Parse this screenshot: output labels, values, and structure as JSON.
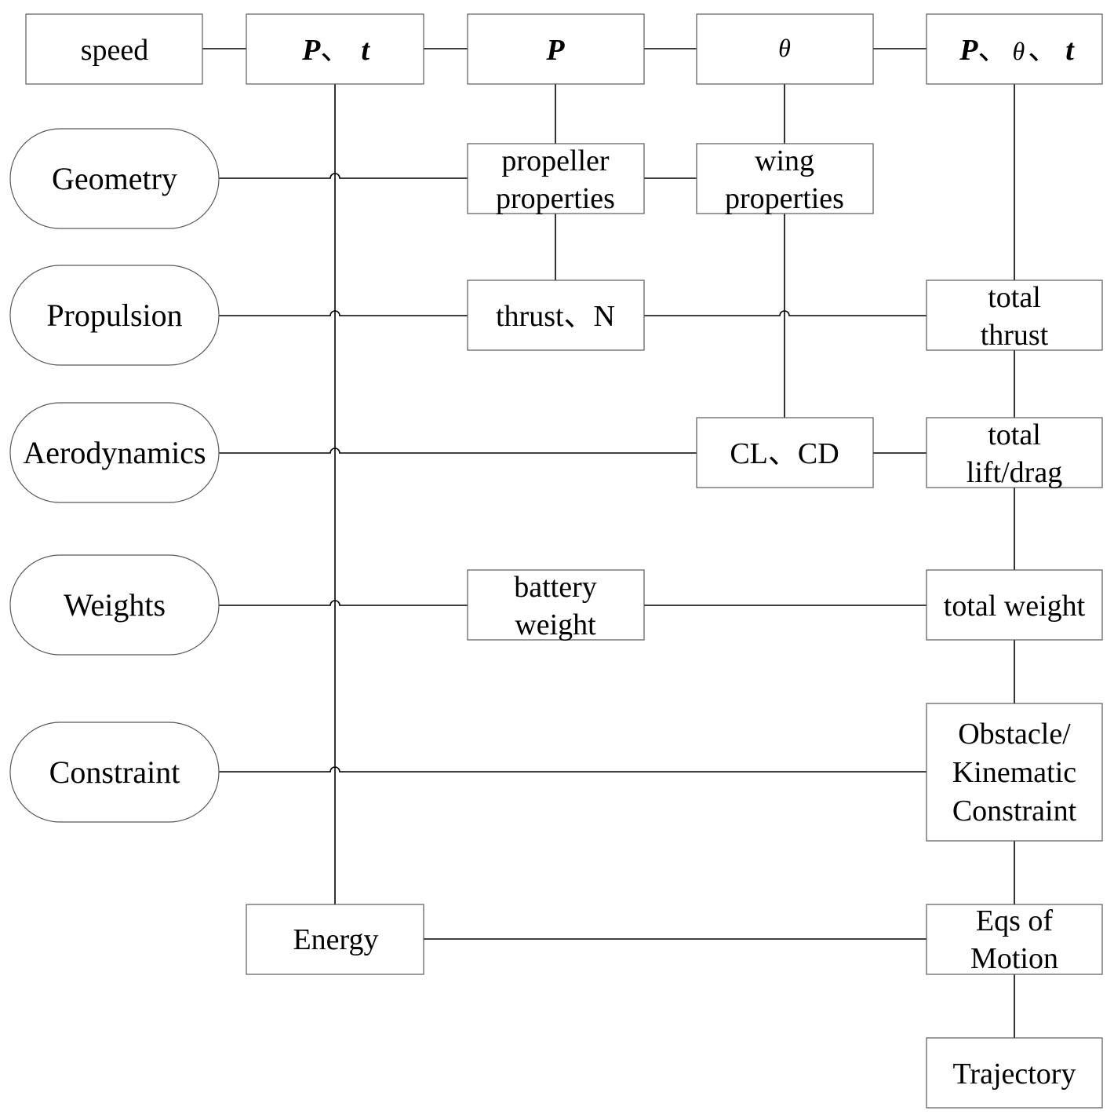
{
  "colors": {
    "background": "#ffffff",
    "stroke": "#000000",
    "box_border": "#5a5a5a"
  },
  "header": {
    "speed": "speed",
    "pt": {
      "p": "P",
      "sep": "、",
      "t": "t"
    },
    "p": "P",
    "theta": "θ",
    "ptt": {
      "p": "P",
      "sep1": "、",
      "theta": "θ",
      "sep2": "、",
      "t": "t"
    }
  },
  "disciplines": {
    "geometry": "Geometry",
    "propulsion": "Propulsion",
    "aerodynamics": "Aerodynamics",
    "weights": "Weights",
    "constraint": "Constraint"
  },
  "nodes": {
    "propeller_properties": [
      "propeller",
      "properties"
    ],
    "wing_properties": [
      "wing",
      "properties"
    ],
    "thrust_n": "thrust、N",
    "total_thrust": [
      "total",
      "thrust"
    ],
    "cl_cd": "CL、CD",
    "total_lift_drag": [
      "total",
      "lift/drag"
    ],
    "battery_weight": [
      "battery",
      "weight"
    ],
    "total_weight": "total weight",
    "obstacle_constraint": [
      "Obstacle/",
      "Kinematic",
      "Constraint"
    ],
    "energy": "Energy",
    "eqs_of_motion": [
      "Eqs of",
      "Motion"
    ],
    "trajectory": "Trajectory"
  }
}
